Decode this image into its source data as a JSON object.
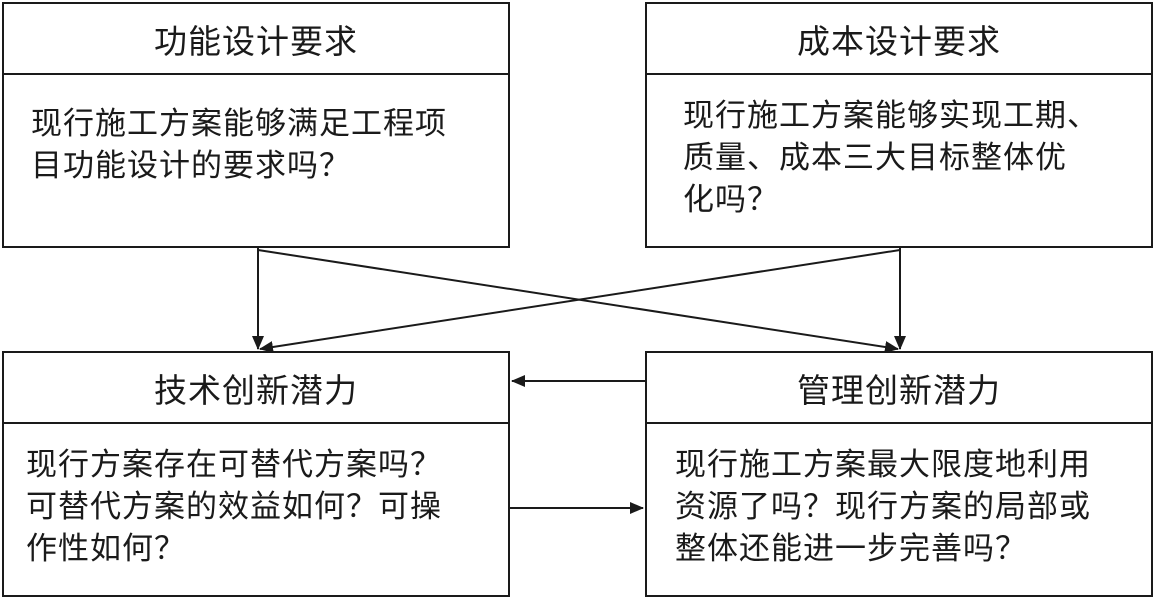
{
  "boxes": [
    {
      "title": "功能设计要求",
      "lines": [
        "现行施工方案能够满足工程项",
        "目功能设计的要求吗？"
      ]
    },
    {
      "title": "成本设计要求",
      "lines": [
        "现行施工方案能够实现工期、",
        "质量、成本三大目标整体优",
        "化吗？"
      ]
    },
    {
      "title": "技术创新潜力",
      "lines": [
        "现行方案存在可替代方案吗？",
        "可替代方案的效益如何？可操",
        "作性如何？"
      ]
    },
    {
      "title": "管理创新潜力",
      "lines": [
        "现行施工方案最大限度地利用",
        "资源了吗？现行方案的局部或",
        "整体还能进一步完善吗？"
      ]
    }
  ]
}
